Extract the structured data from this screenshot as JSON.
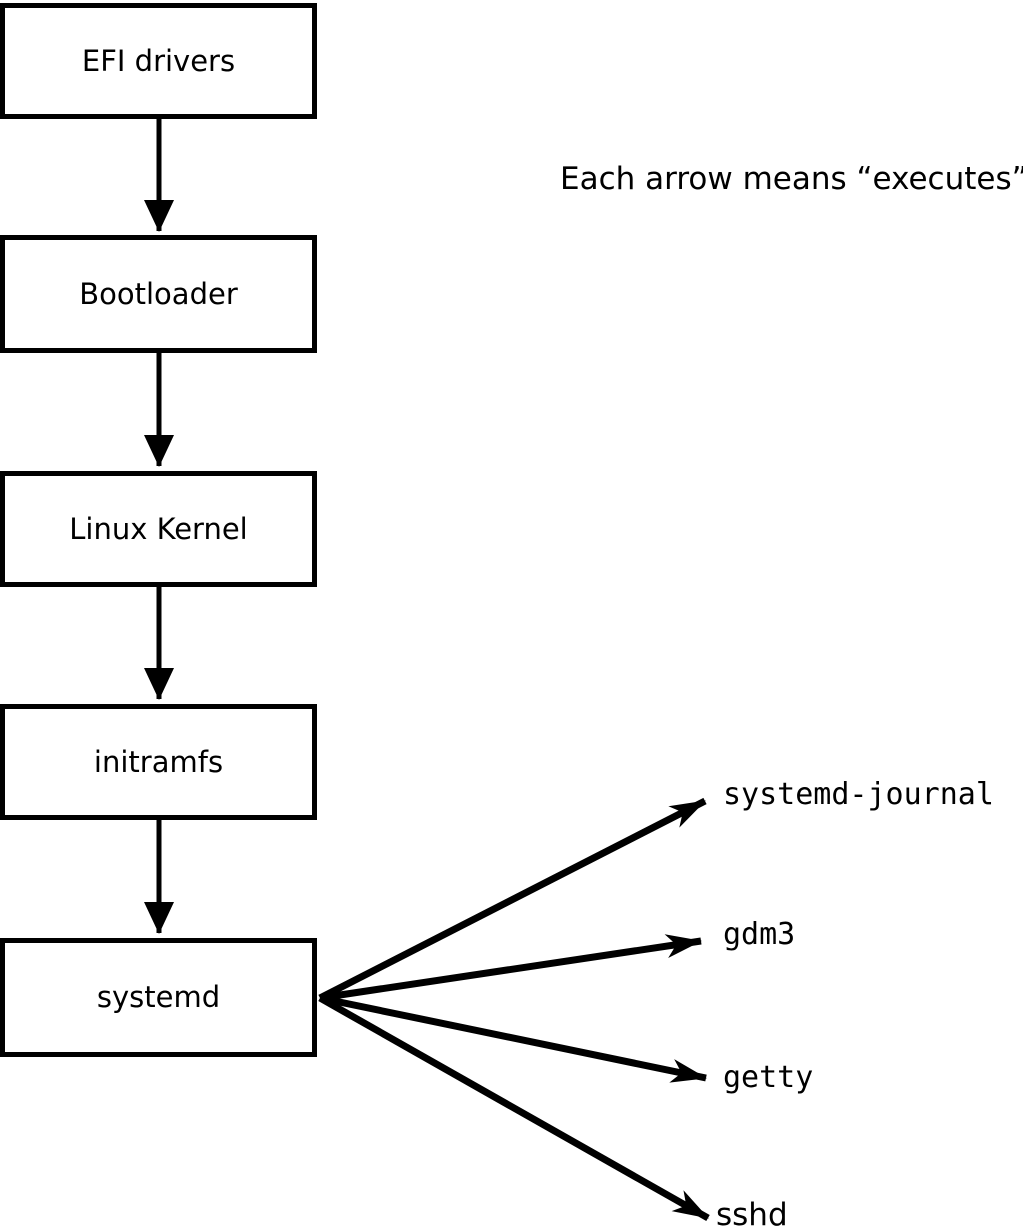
{
  "diagram": {
    "caption": "Each arrow means “executes”.",
    "arrow_meaning": "executes",
    "chain": [
      {
        "id": "efi-drivers",
        "label": "EFI drivers"
      },
      {
        "id": "bootloader",
        "label": "Bootloader"
      },
      {
        "id": "linux-kernel",
        "label": "Linux Kernel"
      },
      {
        "id": "initramfs",
        "label": "initramfs"
      },
      {
        "id": "systemd",
        "label": "systemd"
      }
    ],
    "spawned_processes": [
      {
        "id": "systemd-journal",
        "label": "systemd-journal"
      },
      {
        "id": "gdm3",
        "label": "gdm3"
      },
      {
        "id": "getty",
        "label": "getty"
      },
      {
        "id": "sshd",
        "label": "sshd"
      }
    ],
    "edges": [
      {
        "from": "EFI drivers",
        "to": "Bootloader"
      },
      {
        "from": "Bootloader",
        "to": "Linux Kernel"
      },
      {
        "from": "Linux Kernel",
        "to": "initramfs"
      },
      {
        "from": "initramfs",
        "to": "systemd"
      },
      {
        "from": "systemd",
        "to": "systemd-journal"
      },
      {
        "from": "systemd",
        "to": "gdm3"
      },
      {
        "from": "systemd",
        "to": "getty"
      },
      {
        "from": "systemd",
        "to": "sshd"
      }
    ],
    "colors": {
      "line": "#000000",
      "box_border": "#000000",
      "box_fill": "#ffffff",
      "text": "#000000",
      "background": "#ffffff"
    }
  }
}
